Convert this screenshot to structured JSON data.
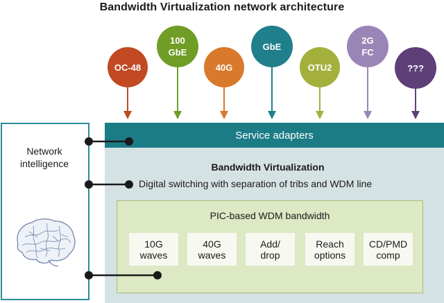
{
  "title": "Bandwidth Virtualization network architecture",
  "services": [
    {
      "label": "OC-48",
      "color": "#c14a23"
    },
    {
      "label": "100\nGbE",
      "color": "#6f9d25"
    },
    {
      "label": "40G",
      "color": "#d9792b"
    },
    {
      "label": "GbE",
      "color": "#1f7f8a"
    },
    {
      "label": "OTU2",
      "color": "#a3b03c"
    },
    {
      "label": "2G\nFC",
      "color": "#9a86b6"
    },
    {
      "label": "???",
      "color": "#5e3f78"
    }
  ],
  "service_adapters": "Service adapters",
  "network_intelligence": "Network\nintelligence",
  "bv_title": "Bandwidth Virtualization",
  "bv_subtitle": "Digital switching with separation of tribs and WDM line",
  "pic_title": "PIC-based WDM bandwidth",
  "functions": [
    {
      "label": "10G\nwaves"
    },
    {
      "label": "40G\nwaves"
    },
    {
      "label": "Add/\ndrop"
    },
    {
      "label": "Reach\noptions"
    },
    {
      "label": "CD/PMD\ncomp"
    }
  ],
  "colors": {
    "band": "#1c7c86",
    "panel": "#d5e2e4",
    "pic_fill": "#dde8c4",
    "ni_border": "#2b8a94"
  }
}
